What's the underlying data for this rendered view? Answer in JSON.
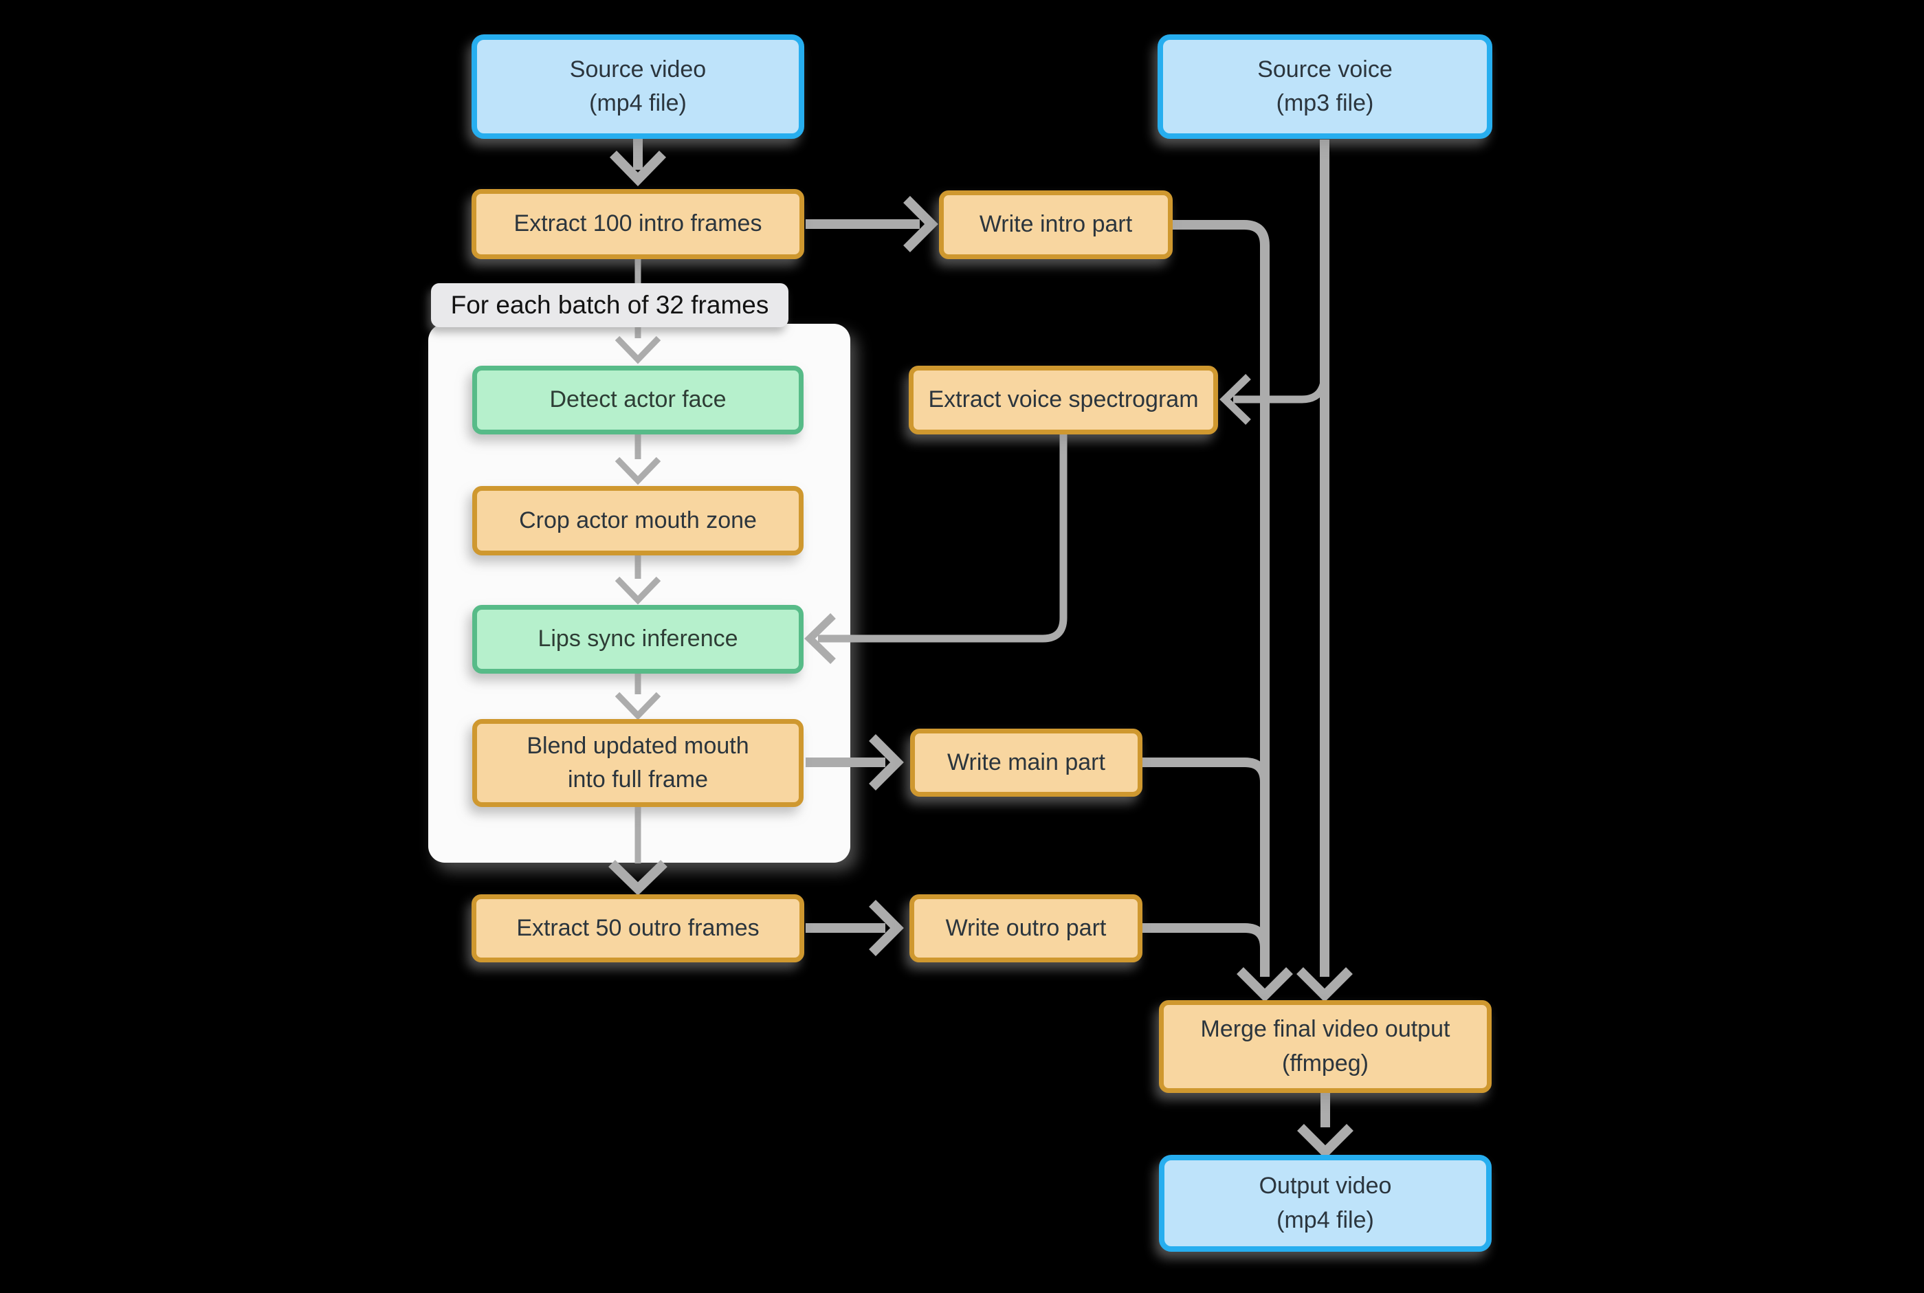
{
  "diagram": {
    "loop_label": "For each batch of 32 frames",
    "nodes": {
      "source_video": {
        "line1": "Source video",
        "line2": "(mp4 file)",
        "type": "io"
      },
      "source_voice": {
        "line1": "Source voice",
        "line2": "(mp3 file)",
        "type": "io"
      },
      "extract_intro": {
        "line1": "Extract 100 intro frames",
        "type": "process"
      },
      "write_intro": {
        "line1": "Write intro part",
        "type": "process"
      },
      "detect_face": {
        "line1": "Detect actor face",
        "type": "model-step"
      },
      "crop_mouth": {
        "line1": "Crop actor mouth zone",
        "type": "process"
      },
      "lips_sync": {
        "line1": "Lips sync inference",
        "type": "model-step"
      },
      "blend_mouth": {
        "line1": "Blend updated mouth",
        "line2": "into full frame",
        "type": "process"
      },
      "spectrogram": {
        "line1": "Extract voice spectrogram",
        "type": "process"
      },
      "write_main": {
        "line1": "Write main part",
        "type": "process"
      },
      "extract_outro": {
        "line1": "Extract 50 outro frames",
        "type": "process"
      },
      "write_outro": {
        "line1": "Write outro part",
        "type": "process"
      },
      "merge_output": {
        "line1": "Merge final video output",
        "line2": "(ffmpeg)",
        "type": "process"
      },
      "output_video": {
        "line1": "Output video",
        "line2": "(mp4 file)",
        "type": "io"
      }
    },
    "edges": [
      {
        "from": "source_video",
        "to": "extract_intro"
      },
      {
        "from": "extract_intro",
        "to": "write_intro"
      },
      {
        "from": "extract_intro",
        "to": "loop_container"
      },
      {
        "from": "detect_face",
        "to": "crop_mouth"
      },
      {
        "from": "crop_mouth",
        "to": "lips_sync"
      },
      {
        "from": "spectrogram",
        "to": "lips_sync"
      },
      {
        "from": "lips_sync",
        "to": "blend_mouth"
      },
      {
        "from": "blend_mouth",
        "to": "write_main"
      },
      {
        "from": "loop_container",
        "to": "extract_outro"
      },
      {
        "from": "extract_outro",
        "to": "write_outro"
      },
      {
        "from": "source_voice",
        "to": "spectrogram"
      },
      {
        "from": "source_voice",
        "to": "merge_output"
      },
      {
        "from": "write_intro",
        "to": "merge_output"
      },
      {
        "from": "write_main",
        "to": "merge_output"
      },
      {
        "from": "write_outro",
        "to": "merge_output"
      },
      {
        "from": "merge_output",
        "to": "output_video"
      }
    ],
    "colors": {
      "background": "#000000",
      "io_fill": "#bee3fa",
      "io_border": "#27aeef",
      "process_fill": "#f8d6a0",
      "process_border": "#cf982f",
      "model_fill": "#b6f0cc",
      "model_border": "#57bb88",
      "loop_container_fill": "#fbfbfb",
      "loop_label_fill": "#e9e9eb",
      "arrow": "#acacac",
      "text": "#2b353d"
    }
  }
}
